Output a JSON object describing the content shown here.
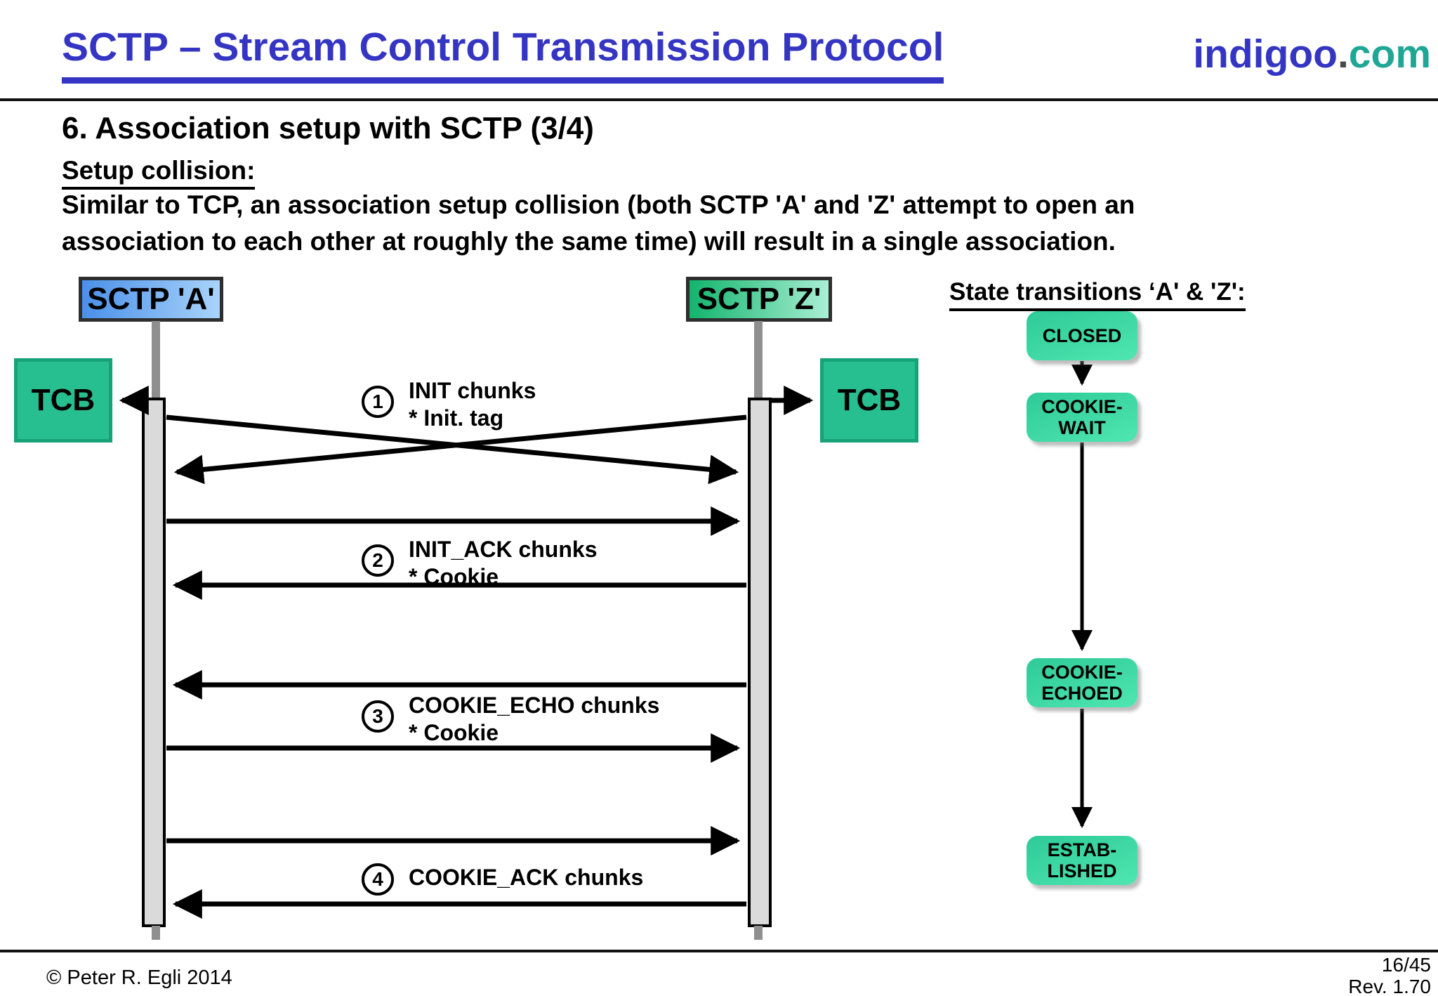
{
  "slide": {
    "title": "SCTP – Stream Control Transmission Protocol",
    "brand": {
      "name": "indigoo",
      "dot": ".",
      "tld": "com"
    },
    "heading": "6. Association setup with SCTP (3/4)",
    "subheading": "Setup collision:",
    "body_line1": "Similar to TCP, an association setup collision (both SCTP 'A' and 'Z' attempt to open an",
    "body_line2": "association to each other at roughly the same time) will result in a single association."
  },
  "diagram": {
    "endpoint_a_label": "SCTP 'A'",
    "endpoint_z_label": "SCTP 'Z'",
    "tcb_a_label": "TCB",
    "tcb_z_label": "TCB",
    "messages": [
      {
        "num": "1",
        "line1": "INIT chunks",
        "line2": "* Init. tag"
      },
      {
        "num": "2",
        "line1": "INIT_ACK chunks",
        "line2": "* Cookie"
      },
      {
        "num": "3",
        "line1": "COOKIE_ECHO chunks",
        "line2": "* Cookie"
      },
      {
        "num": "4",
        "line1": "COOKIE_ACK chunks",
        "line2": ""
      }
    ]
  },
  "state_transitions": {
    "heading": "State transitions ‘A' & 'Z':",
    "states": [
      {
        "line1": "CLOSED",
        "line2": ""
      },
      {
        "line1": "COOKIE-",
        "line2": "WAIT"
      },
      {
        "line1": "COOKIE-",
        "line2": "ECHOED"
      },
      {
        "line1": "ESTAB-",
        "line2": "LISHED"
      }
    ]
  },
  "footer": {
    "copyright": "© Peter R. Egli 2014",
    "page": "16/45",
    "revision": "Rev. 1.70"
  },
  "colors": {
    "title_blue": "#3535C4",
    "brand_teal": "#1FA695",
    "endpoint_a_gradient": [
      "#4A90E9",
      "#A9D3FA"
    ],
    "endpoint_z_gradient": [
      "#12B46C",
      "#A9EFD4"
    ],
    "tcb_green": "#28BF90",
    "tcb_border_green": "#17A278",
    "state_green_gradient": [
      "#2ECA97",
      "#4FE6B1"
    ],
    "lifeline_gray": "#8F8F8F",
    "activation_bar_gray": "#DADADA"
  }
}
